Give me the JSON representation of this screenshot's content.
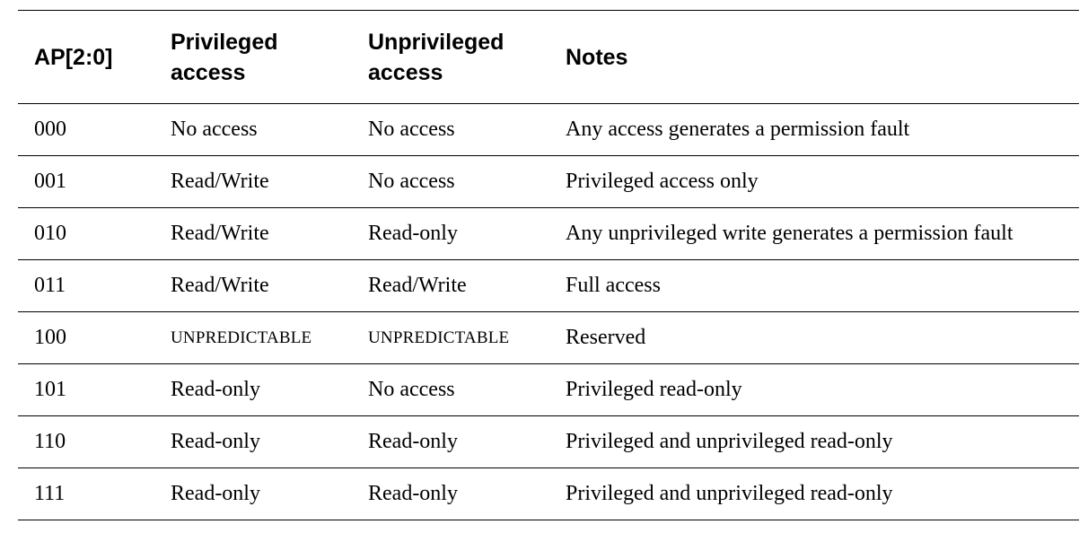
{
  "table": {
    "headers": [
      {
        "line1": "AP[2:0]",
        "line2": ""
      },
      {
        "line1": "Privileged",
        "line2": "access"
      },
      {
        "line1": "Unprivileged",
        "line2": "access"
      },
      {
        "line1": "Notes",
        "line2": ""
      }
    ],
    "rows": [
      {
        "ap": "000",
        "privileged": "No access",
        "unprivileged": "No access",
        "notes": "Any access generates a permission fault"
      },
      {
        "ap": "001",
        "privileged": "Read/Write",
        "unprivileged": "No access",
        "notes": "Privileged access only"
      },
      {
        "ap": "010",
        "privileged": "Read/Write",
        "unprivileged": "Read-only",
        "notes": "Any unprivileged write generates a permission fault"
      },
      {
        "ap": "011",
        "privileged": "Read/Write",
        "unprivileged": "Read/Write",
        "notes": "Full access"
      },
      {
        "ap": "100",
        "privileged": "UNPREDICTABLE",
        "unprivileged": "UNPREDICTABLE",
        "notes": "Reserved"
      },
      {
        "ap": "101",
        "privileged": "Read-only",
        "unprivileged": "No access",
        "notes": "Privileged read-only"
      },
      {
        "ap": "110",
        "privileged": "Read-only",
        "unprivileged": "Read-only",
        "notes": "Privileged and unprivileged read-only"
      },
      {
        "ap": "111",
        "privileged": "Read-only",
        "unprivileged": "Read-only",
        "notes": "Privileged and unprivileged read-only"
      }
    ]
  }
}
